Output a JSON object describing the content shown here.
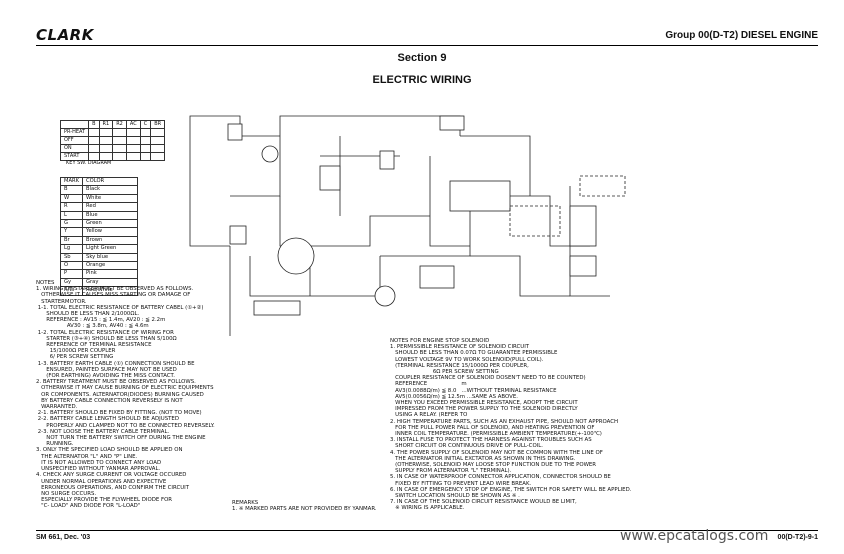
{
  "header": {
    "logo": "CLARK",
    "group": "Group 00(D-T2) DIESEL ENGINE"
  },
  "section": "Section 9",
  "title": "ELECTRIC WIRING",
  "key_table": {
    "headers": [
      "",
      "B",
      "R1",
      "R2",
      "AC",
      "C",
      "BR"
    ],
    "rows": [
      "PR-HEAT",
      "OFF",
      "ON",
      "START"
    ],
    "caption": "KEY SW. DIAGRAM"
  },
  "color_table": {
    "headers": [
      "MARK",
      "COLOR"
    ],
    "rows": [
      [
        "B",
        "Black"
      ],
      [
        "W",
        "White"
      ],
      [
        "R",
        "Red"
      ],
      [
        "L",
        "Blue"
      ],
      [
        "G",
        "Green"
      ],
      [
        "Y",
        "Yellow"
      ],
      [
        "Br",
        "Brown"
      ],
      [
        "Lg",
        "Light Green"
      ],
      [
        "Sb",
        "Sky blue"
      ],
      [
        "O",
        "Orange"
      ],
      [
        "P",
        "Pink"
      ],
      [
        "Gy",
        "Gray"
      ],
      [
        "R/W",
        "Red/White"
      ]
    ]
  },
  "notes_left": "NOTES\n1. WIRING OF STARTER MUST BE OBSERVED AS FOLLOWS.\n   OTHERWISE IT CAUSES MISS STARTING OR DAMAGE OF\n   STARTERMOTOR.\n 1-1. TOTAL ELECTRIC RESISTANCE OF BATTERY CABEL (①+②)\n      SHOULD BE LESS THAN 2/1000ΩL.\n      REFERENCE : AV15 : ≦ 1.4m, AV20 : ≦ 2.2m\n                  AV30 : ≦ 3.8m, AV40 : ≦ 4.6m\n 1-2. TOTAL ELECTRIC RESISTANCE OF WIRING FOR\n      STARTER (③+④) SHOULD BE LESS THAN 5/100Ω\n      REFERENCE OF TERMINAL RESISTANCE\n        15/1000Ω PER COUPLER\n        6/ PER SCREW SETTING\n 1-3. BATTERY EARTH CABLE (①) CONNECTION SHOULD BE\n      ENSURED, PAINTED SURFACE MAY NOT BE USED\n      (FOR EARTHING) AVOIDING THE MISS CONTACT.\n2. BATTERY TREATMENT MUST BE OBSERVED AS FOLLOWS.\n   OTHERWISE IT MAY CAUSE BURNING OF ELECTRIC EQUIPMENTS\n   OR COMPONENTS. ALTERNATOR(DIODES) BURNING CAUSED\n   BY BATTERY CABLE CONNECTION REVERSELY IS NOT\n   WARRANTED.\n 2-1. BATTERY SHOULD BE FIXED BY FITTING. (NOT TO MOVE)\n 2-2. BATTERY CABLE LENGTH SHOULD BE ADJUSTED\n      PROPERLY AND CLAMPED NOT TO BE CONNECTED REVERSELY.\n 2-3. NOT LOOSE THE BATTERY CABLE TERMINAL.\n      NOT TURN THE BATTERY SWITCH OFF DURING THE ENGINE\n      RUNNING.\n3. ONLY THE SPECIFIED LOAD SHOULD BE APPLIED ON\n   THE ALTERNATOR \"L\" AND \"P\" LINE.\n   IT IS NOT ALLOWED TO CONNECT ANY LOAD\n   UNSPECIFIED WITHOUT YANMAR APPROVAL.\n4. CHECK ANY SURGE CURRENT OR VOLTAGE OCCURED\n   UNDER NORMAL OPERATIONS AND EXPECTIVE\n   ERRONEOUS OPERATIONS, AND CONFIRM THE CIRCUIT\n   NO SURGE OCCURS.\n   ESPECIALLY PROVIDE THE FLYWHEEL DIODE FOR\n   \"C- LOAD\" AND DIODE FOR \"L-LOAD\"",
  "remarks": "REMARKS\n1. ※ MARKED PARTS ARE NOT PROVIDED BY YANMAR.",
  "notes_right": "NOTES FOR ENGINE STOP SOLENOID\n1. PERMISSIBLE RESISTANCE OF SOLENOID CIRCUIT\n   SHOULD BE LESS THAN 0.07Ω TO GUARANTEE PERMISSIBLE\n   LOWEST VOLTAGE 9V TO WORK SOLENOID(PULL COIL).\n   (TERMINAL RESISTANCE 15/1000Ω PER COUPLER,\n                         6Ω PER SCREW SETTING\n   COUPLER RESISTANCE OF SOLENOID DOSEN'T NEED TO BE COUNTED)\n   REFERENCE                    m\n   AV3(0.0088Ω/m) ≦ 8.0   ...WITHOUT TERMINAL RESISTANCE\n   AV5(0.0056Ω/m) ≦ 12.5m ...SAME AS ABOVE.\n   WHEN YOU EXCEED PERMISSIBLE RESISTANCE, ADOPT THE CIRCUIT\n   IMPRESSED FROM THE POWER SUPPLY TO THE SOLENOID DIRECTLY\n   USING A RELAY. (REFER TO\n2. HIGH TEMPERATURE PARTS, SUCH AS AN EXHAUST PIPE, SHOULD NOT APPROACH\n   FOR THE PULL POWER FALL OF SOLENOID, AND HEATING PREVENTION OF\n   INNER COIL TEMPERATURE. (PERMISSIBLE AMBIENT TEMPERATURE(+-100℃)\n3. INSTALL FUSE TO PROTECT THE HARNESS AGAINST TROUBLES SUCH AS\n   SHORT CIRCUIT OR CONTINUOUS DRIVE OF PULL-COIL.\n4. THE POWER SUPPLY OF SOLENOID MAY NOT BE COMMON WITH THE LINE OF\n   THE ALTERNATOR INITIAL EXCTATOR AS SHOWN IN THIS DRAWING.\n   (OTHERWISE, SOLENOID MAY LOOSE STOP FUNCTION DUE TO THE POWER\n   SUPPLY FROM ALTERNATOR \"L\" TERMINAL).\n5. IN CASE OF WATERPROOF CONNECTOR APPLICATION, CONNECTOR SHOULD BE\n   FIXED BY FITTING TO PREVENT LEAD WIRE BREAK.\n6. IN CASE OF EMERGENCY STOP OF ENGINE, THE SWITCH FOR SAFETY WILL BE APPLIED.\n   SWITCH LOCATION SHOULD BE SHOWN AS ※ .\n7. IN CASE OF THE SOLENOID CIRCUIT RESISTANCE WOULD BE LIMIT,\n   ※ WIRING IS APPLICABLE.",
  "footer": {
    "left": "SM 661, Dec. '03",
    "page": "00(D-T2)-9-1",
    "watermark": "www.epcatalogs.com"
  }
}
